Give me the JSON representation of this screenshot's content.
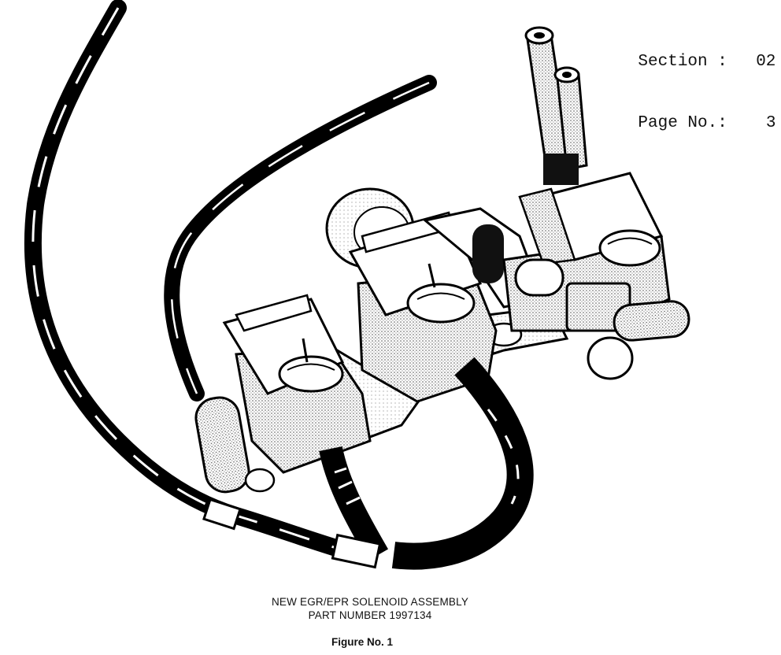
{
  "header": {
    "section_label": "Section :",
    "section_value": "02",
    "page_label": "Page No.:",
    "page_value": "3"
  },
  "figure": {
    "subject": "illustration"
  },
  "caption": {
    "line1": "NEW EGR/EPR SOLENOID ASSEMBLY",
    "line2": "PART NUMBER 1997134"
  },
  "figure_number": "Figure No. 1"
}
